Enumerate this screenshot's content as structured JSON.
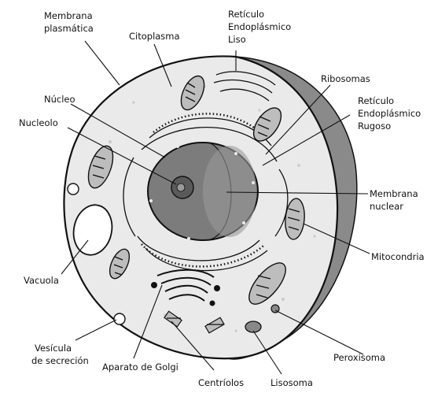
{
  "diagram": {
    "labels": {
      "membrana_plasmatica": [
        "Membrana",
        "plasmática"
      ],
      "citoplasma": [
        "Citoplasma"
      ],
      "reticulo_liso": [
        "Retículo",
        "Endoplásmico",
        "Liso"
      ],
      "ribosomas": [
        "Ribosomas"
      ],
      "nucleo": [
        "Núcleo"
      ],
      "reticulo_rugoso": [
        "Retículo",
        "Endoplásmico",
        "Rugoso"
      ],
      "nucleolo": [
        "Nucleolo"
      ],
      "membrana_nuclear": [
        "Membrana",
        "nuclear"
      ],
      "mitocondria": [
        "Mitocondria"
      ],
      "vacuola": [
        "Vacuola"
      ],
      "vesicula": [
        "Vesícula",
        "de secreción"
      ],
      "golgi": [
        "Aparato de Golgi"
      ],
      "peroxisoma": [
        "Peroxisoma"
      ],
      "centriolos": [
        "Centríolos"
      ],
      "lisosoma": [
        "Lisosoma"
      ]
    },
    "colors": {
      "ink": "#111111",
      "cytoplasm": "#e9e9e9",
      "nucleus": "#7c7c7c",
      "membrane_side": "#8a8a8a",
      "organelle": "#bdbdbd"
    }
  }
}
